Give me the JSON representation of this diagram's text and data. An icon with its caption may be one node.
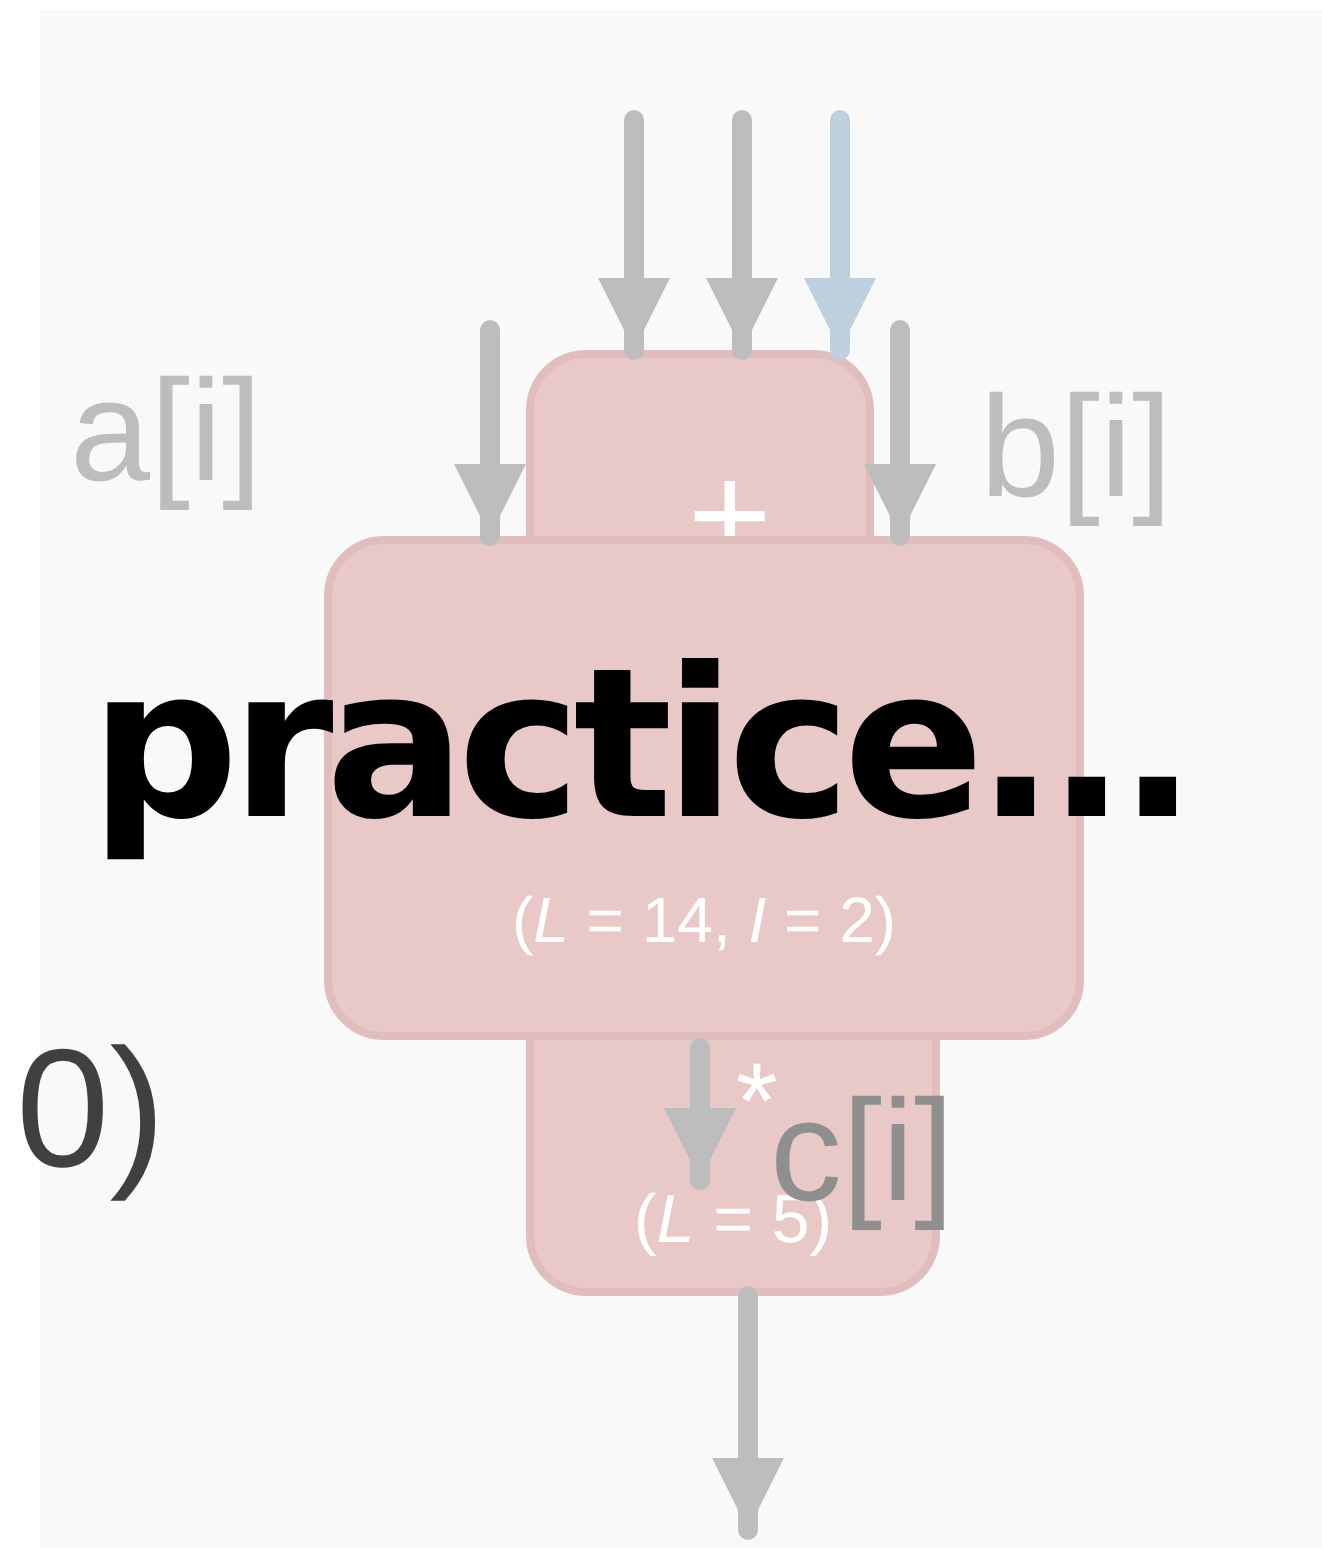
{
  "diagram": {
    "nodes": [
      {
        "text": [
          "+"
        ]
      },
      {
        "text": [
          "(*L* = 14, *I* = 2)"
        ]
      },
      {
        "text": [
          "*",
          "(*L* = 5)"
        ]
      }
    ],
    "edges": [
      {
        "from": null,
        "to": 0,
        "arrow": "to"
      },
      {
        "from": null,
        "to": 0,
        "arrow": "to"
      },
      {
        "from": null,
        "to": 0,
        "arrow": "to",
        "color": "#bfd0e0"
      },
      {
        "from": null,
        "to": 1,
        "arrow": "to"
      },
      {
        "from": null,
        "to": 1,
        "arrow": "to"
      },
      {
        "from": 2,
        "to": null,
        "arrow": "to"
      }
    ],
    "labels": [
      "a[i]",
      "b[i]",
      "0)",
      "c[i]",
      "practice..."
    ]
  }
}
